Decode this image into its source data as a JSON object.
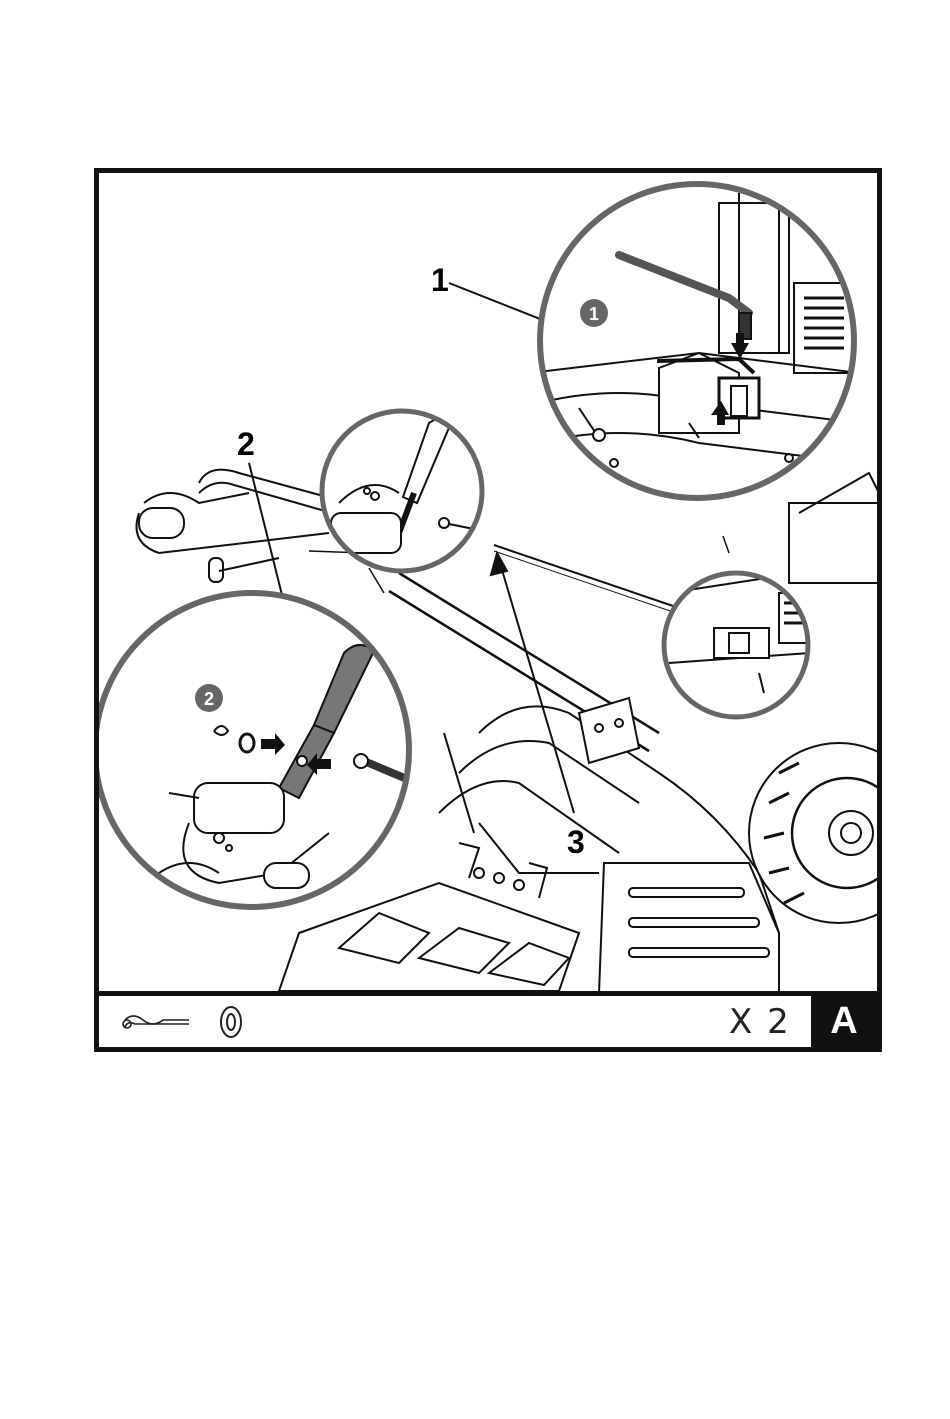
{
  "callouts": {
    "one": "1",
    "two": "2",
    "three": "3"
  },
  "detail_badges": {
    "one": "1",
    "two": "2"
  },
  "footer": {
    "quantity": "X 2",
    "figure_letter": "A",
    "parts_icons": [
      "hair-pin-clip-icon",
      "flat-washer-icon"
    ]
  }
}
